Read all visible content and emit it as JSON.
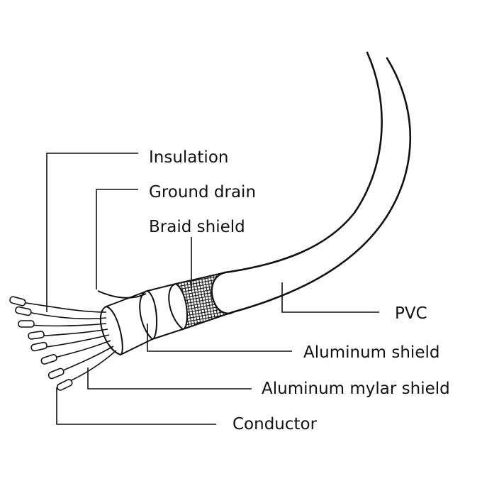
{
  "labels": {
    "insulation": "Insulation",
    "ground_drain": "Ground drain",
    "braid_shield": "Braid shield",
    "pvc": "PVC",
    "aluminum_shield": "Aluminum shield",
    "aluminum_mylar_shield": "Aluminum mylar shield",
    "conductor": "Conductor"
  },
  "colors": {
    "line": "#111111",
    "background": "#ffffff"
  }
}
